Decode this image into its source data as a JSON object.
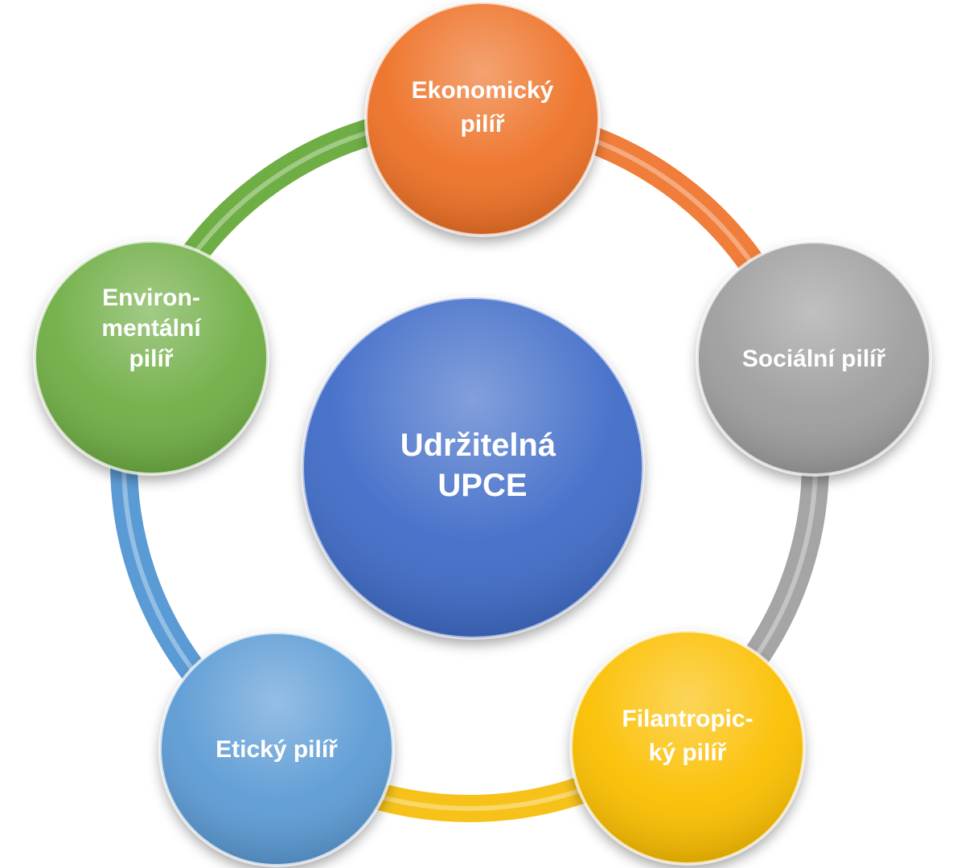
{
  "diagram": {
    "center": {
      "lines": [
        "Udržitelná",
        "UPCE"
      ],
      "color": "#3f6cc8"
    },
    "pillars": [
      {
        "id": "economic",
        "lines": [
          "Ekonomický",
          "pilíř"
        ],
        "color": "#ee7125",
        "ring_color": "#f07d3a"
      },
      {
        "id": "social",
        "lines": [
          "Sociální pilíř"
        ],
        "color": "#9e9e9e",
        "ring_color": "#a5a5a5"
      },
      {
        "id": "philanthropic",
        "lines": [
          "Filantropic-",
          "ký pilíř"
        ],
        "color": "#fbbf00",
        "ring_color": "#f6c21a"
      },
      {
        "id": "ethical",
        "lines": [
          "Etický pilíř"
        ],
        "color": "#5b9bd5",
        "ring_color": "#5b9bd5"
      },
      {
        "id": "environmental",
        "lines": [
          "Environ-",
          "mentální",
          "pilíř"
        ],
        "color": "#6fae45",
        "ring_color": "#6fae45"
      }
    ]
  }
}
